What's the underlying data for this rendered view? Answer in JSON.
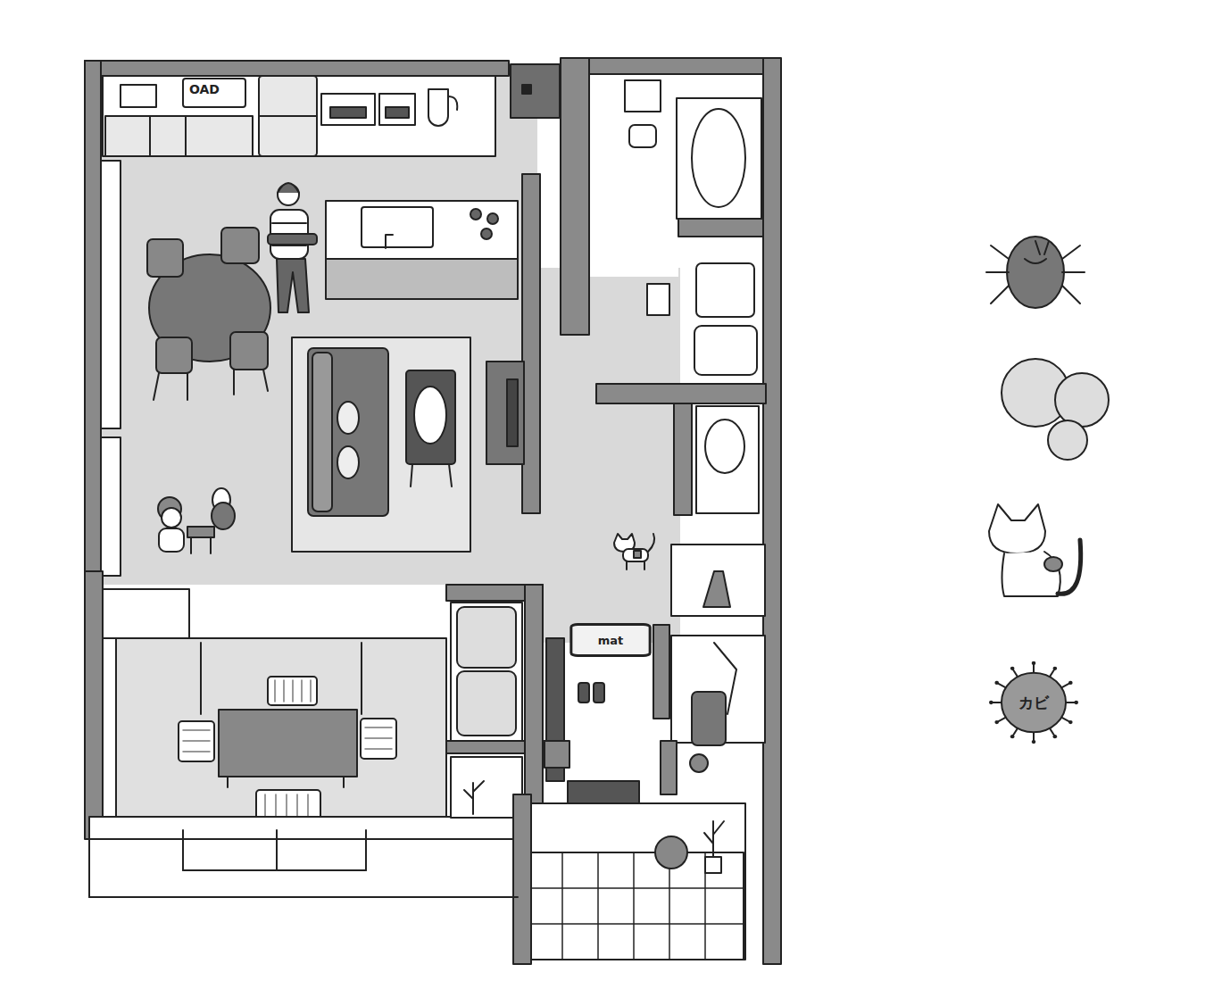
{
  "diagram": {
    "nodes": [
      {
        "text": [
          "mat"
        ]
      },
      {
        "text": [
          "カビ"
        ]
      }
    ],
    "labels": [
      "OAD"
    ]
  }
}
